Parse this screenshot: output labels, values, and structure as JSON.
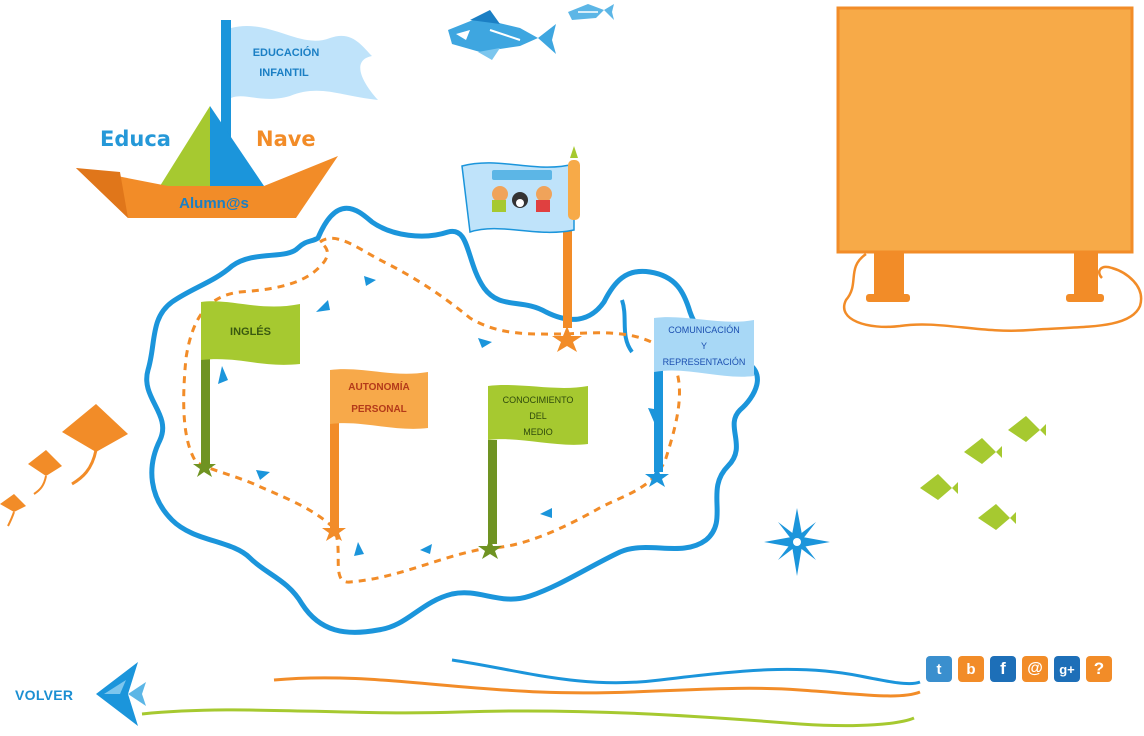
{
  "brand": {
    "flag_line1": "EDUCACIÓN",
    "flag_line2": "INFANTIL",
    "word_left": "Educa",
    "word_right": "Nave",
    "hull_label": "Alumn@s"
  },
  "map": {
    "flags": [
      {
        "name": "ingles",
        "label": "INGLÉS",
        "color": "#a6c930"
      },
      {
        "name": "autonomia",
        "line1": "AUTONOMÍA",
        "line2": "PERSONAL",
        "color": "#f7a94a"
      },
      {
        "name": "conocimiento",
        "line1": "CONOCIMIENTO",
        "line2": "DEL",
        "line3": "MEDIO",
        "color": "#a6c930"
      },
      {
        "name": "comunicacion",
        "line1": "COMUNICACIÓN",
        "line2": "Y",
        "line3": "REPRESENTACIÓN",
        "color": "#a8d8f6"
      }
    ]
  },
  "nav": {
    "back_label": "VOLVER"
  },
  "social": [
    {
      "name": "twitter",
      "glyph": "t",
      "color": "#3a8fce"
    },
    {
      "name": "blogger",
      "glyph": "b",
      "color": "#f28c28"
    },
    {
      "name": "facebook",
      "glyph": "f",
      "color": "#1d6fb8"
    },
    {
      "name": "email",
      "glyph": "@",
      "color": "#f28c28"
    },
    {
      "name": "googleplus",
      "glyph": "g+",
      "color": "#1d6fb8"
    },
    {
      "name": "help",
      "glyph": "?",
      "color": "#f28c28"
    }
  ],
  "colors": {
    "blue": "#1b95db",
    "orange": "#f28c28",
    "green": "#a6c930",
    "light_blue": "#a8d8f6",
    "board": "#f7aa48"
  }
}
